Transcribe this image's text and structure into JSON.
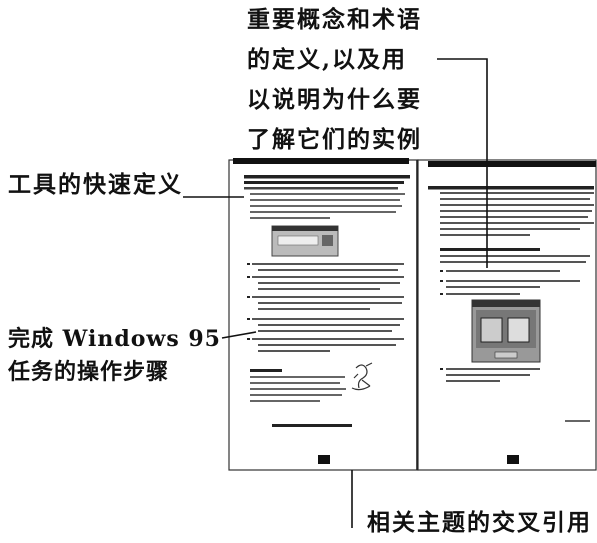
{
  "callouts": {
    "definitions_lines": [
      "重要概念和术语",
      "的定义,以及用",
      "以说明为什么要",
      "了解它们的实例"
    ],
    "quick_definition": "工具的快速定义",
    "steps_lines": [
      "完成 Windows 95",
      "任务的操作步骤"
    ],
    "cross_reference": "相关主题的交叉引用"
  }
}
